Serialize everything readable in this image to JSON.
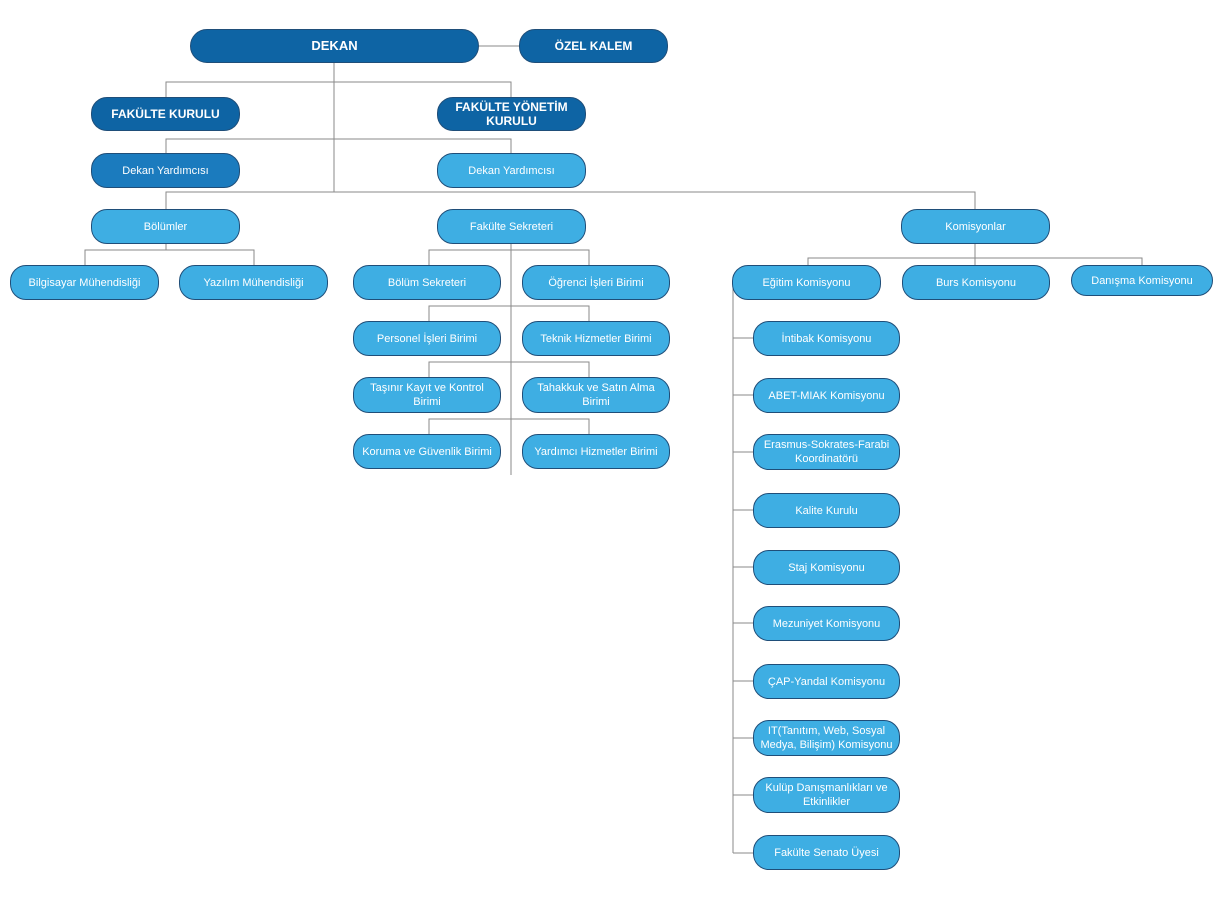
{
  "org_chart": {
    "dekan": "DEKAN",
    "ozel_kalem": "ÖZEL KALEM",
    "fakulte_kurulu": "FAKÜLTE KURULU",
    "fakulte_yonetim_kurulu": "FAKÜLTE YÖNETİM KURULU",
    "dekan_yardimcisi_1": "Dekan Yardımcısı",
    "dekan_yardimcisi_2": "Dekan Yardımcısı",
    "bolumler": "Bölümler",
    "bilgisayar_muhendisligi": "Bilgisayar Mühendisliği",
    "yazilim_muhendisligi": "Yazılım Mühendisliği",
    "fakulte_sekreteri": "Fakülte Sekreteri",
    "bolum_sekreteri": "Bölüm Sekreteri",
    "ogrenci_isleri_birimi": "Öğrenci İşleri Birimi",
    "personel_isleri_birimi": "Personel İşleri Birimi",
    "teknik_hizmetler_birimi": "Teknik Hizmetler Birimi",
    "tasinir_kayit_ve_kontrol_birimi": "Taşınır Kayıt ve Kontrol Birimi",
    "tahakkuk_ve_satin_alma_birimi": "Tahakkuk ve Satın Alma Birimi",
    "koruma_ve_guvenlik_birimi": "Koruma ve Güvenlik Birimi",
    "yardimci_hizmetler_birimi": "Yardımcı Hizmetler Birimi",
    "komisyonlar": "Komisyonlar",
    "egitim_komisyonu": "Eğitim Komisyonu",
    "burs_komisyonu": "Burs Komisyonu",
    "danisma_komisyonu": "Danışma Komisyonu",
    "intibak_komisyonu": "İntibak Komisyonu",
    "abet_miak_komisyonu": "ABET-MIAK Komisyonu",
    "erasmus_sokrates_farabi_koordinatoru": "Erasmus-Sokrates-Farabi Koordinatörü",
    "kalite_kurulu": "Kalite Kurulu",
    "staj_komisyonu": "Staj Komisyonu",
    "mezuniyet_komisyonu": "Mezuniyet Komisyonu",
    "cap_yandal_komisyonu": "ÇAP-Yandal Komisyonu",
    "it_komisyonu": "IT(Tanıtım, Web, Sosyal Medya, Bilişim) Komisyonu",
    "kulup_danismanliklari_ve_etkinlikler": "Kulüp Danışmanlıkları ve Etkinlikler",
    "fakulte_senato_uyesi": "Fakülte Senato Üyesi"
  }
}
